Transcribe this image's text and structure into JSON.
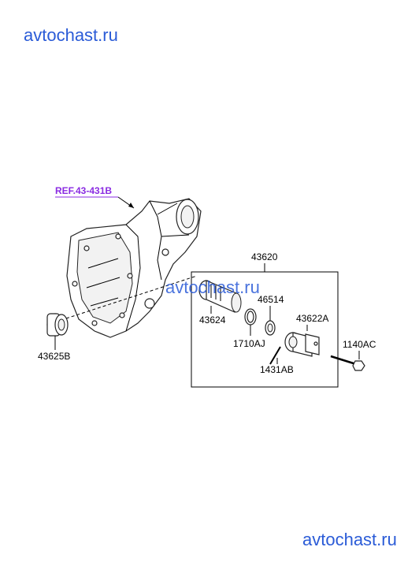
{
  "watermarks": {
    "top": "avtochast.ru",
    "middle": "avtochast.ru",
    "bottom": "avtochast.ru"
  },
  "diagram": {
    "reference": "REF.43-431B",
    "parts": {
      "p43620": "43620",
      "p46514": "46514",
      "p43622A": "43622A",
      "p1140AC": "1140AC",
      "p43624": "43624",
      "p1710AJ": "1710AJ",
      "p1431AB": "1431AB",
      "p43625B": "43625B"
    }
  }
}
